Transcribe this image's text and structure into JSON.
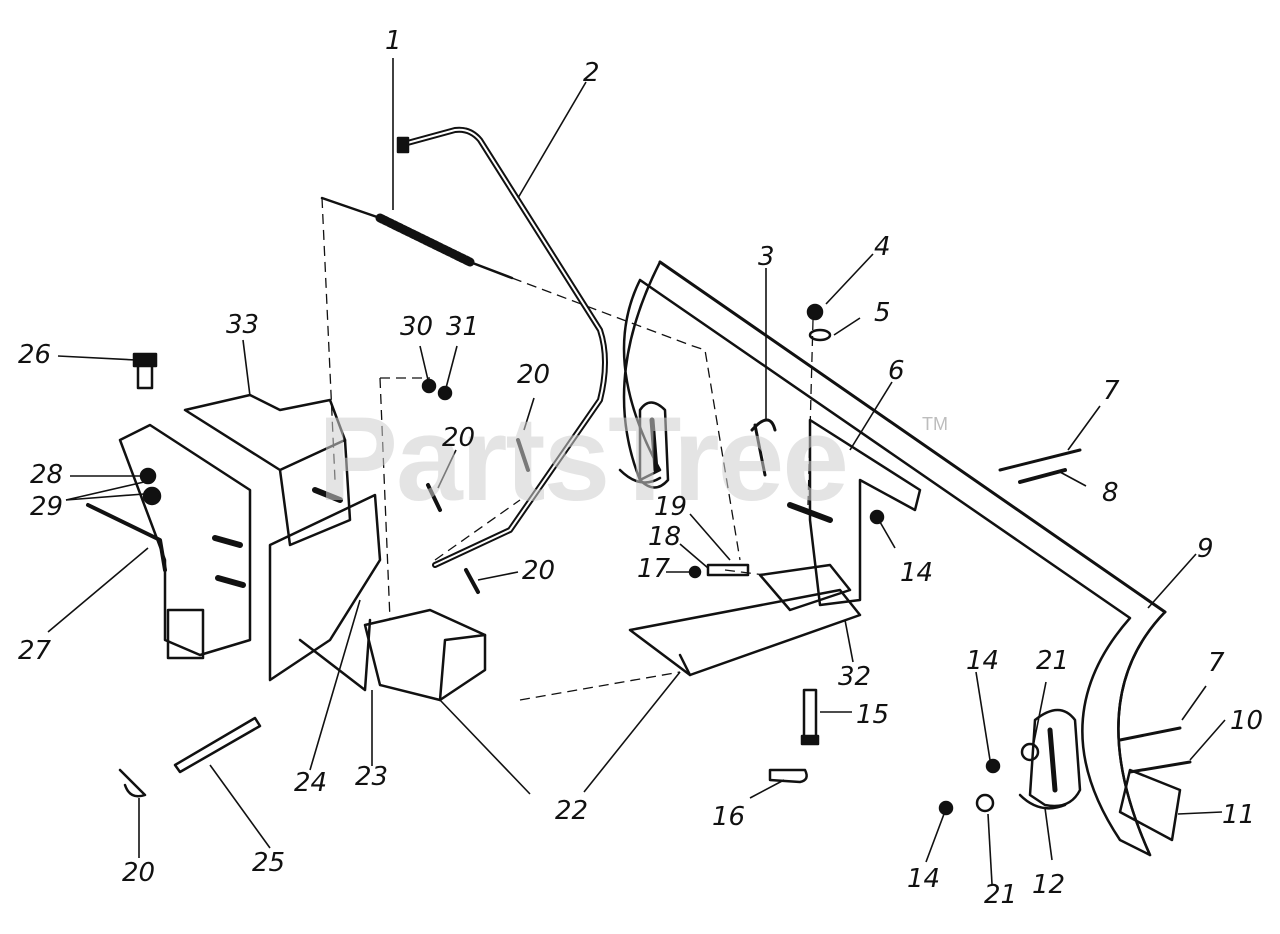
{
  "watermark": {
    "text": "PartsTree",
    "tm": "TM"
  },
  "callouts": {
    "c1": "1",
    "c2": "2",
    "c3": "3",
    "c4": "4",
    "c5": "5",
    "c6": "6",
    "c7a": "7",
    "c7b": "7",
    "c8": "8",
    "c9": "9",
    "c10": "10",
    "c11": "11",
    "c12": "12",
    "c14a": "14",
    "c14b": "14",
    "c14c": "14",
    "c15": "15",
    "c16": "16",
    "c17": "17",
    "c18": "18",
    "c19": "19",
    "c20a": "20",
    "c20b": "20",
    "c20c": "20",
    "c20d": "20",
    "c21a": "21",
    "c21b": "21",
    "c22": "22",
    "c23": "23",
    "c24": "24",
    "c25": "25",
    "c26": "26",
    "c27": "27",
    "c28": "28",
    "c29": "29",
    "c30": "30",
    "c31": "31",
    "c32": "32",
    "c33": "33"
  }
}
